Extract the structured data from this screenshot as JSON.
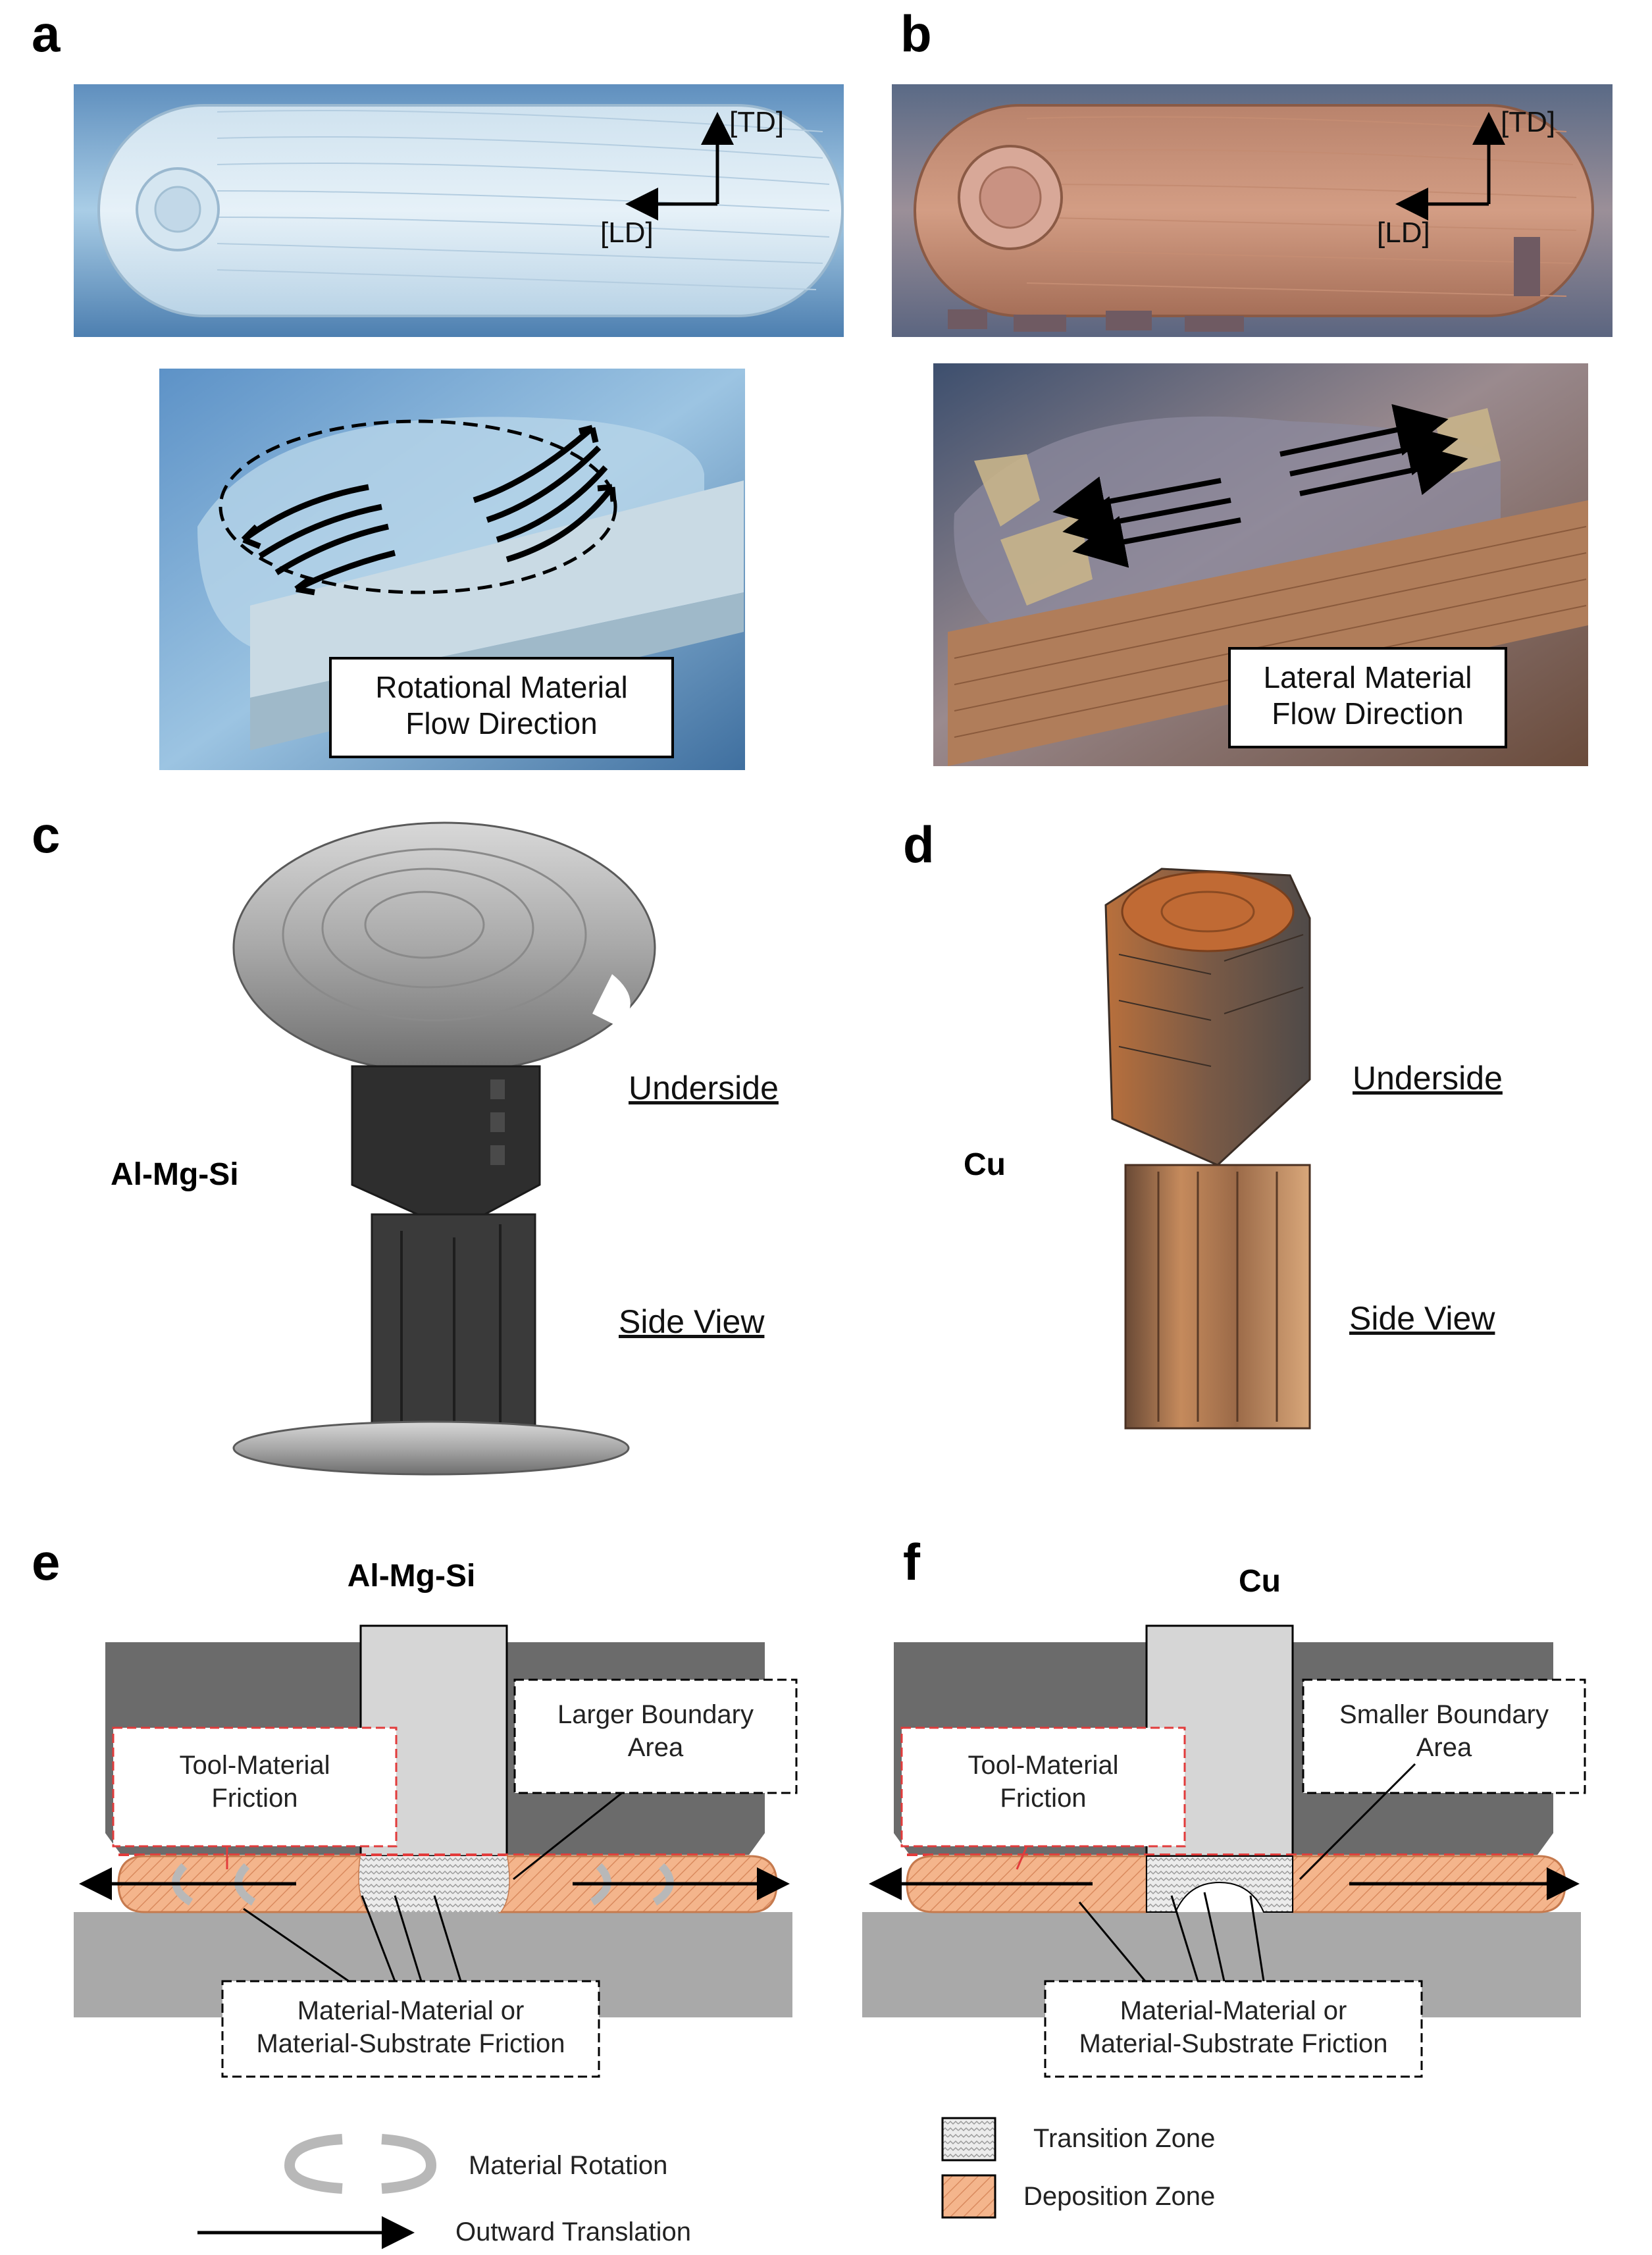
{
  "panels": {
    "a": {
      "letter": "a",
      "axes": {
        "td": "[TD]",
        "ld": "[LD]"
      },
      "callout": {
        "line1": "Rotational Material",
        "line2": "Flow Direction"
      }
    },
    "b": {
      "letter": "b",
      "axes": {
        "td": "[TD]",
        "ld": "[LD]"
      },
      "callout": {
        "line1": "Lateral Material",
        "line2": "Flow Direction"
      }
    },
    "c": {
      "letter": "c",
      "material": "Al-Mg-Si",
      "underside": "Underside",
      "side_view": "Side View"
    },
    "d": {
      "letter": "d",
      "material": "Cu",
      "underside": "Underside",
      "side_view": "Side View"
    },
    "e": {
      "letter": "e",
      "title": "Al-Mg-Si",
      "friction_box": {
        "line1": "Tool-Material",
        "line2": "Friction"
      },
      "boundary_box": {
        "line1": "Larger Boundary",
        "line2": "Area"
      },
      "bottom_box": {
        "line1": "Material-Material or",
        "line2": "Material-Substrate Friction"
      }
    },
    "f": {
      "letter": "f",
      "title": "Cu",
      "friction_box": {
        "line1": "Tool-Material",
        "line2": "Friction"
      },
      "boundary_box": {
        "line1": "Smaller Boundary",
        "line2": "Area"
      },
      "bottom_box": {
        "line1": "Material-Material or",
        "line2": "Material-Substrate Friction"
      }
    }
  },
  "legend": {
    "material_rotation": "Material Rotation",
    "outward_translation": "Outward Translation",
    "transition_zone": "Transition Zone",
    "deposition_zone": "Deposition Zone"
  },
  "colors": {
    "tool_dark": "#6b6b6b",
    "tool_light": "#d6d6d6",
    "substrate": "#a9a9a9",
    "deposition": "#f4b58c",
    "friction_red": "#e23b3b",
    "al_photo": "#8fb8d8",
    "cu_photo": "#b07a5c"
  }
}
